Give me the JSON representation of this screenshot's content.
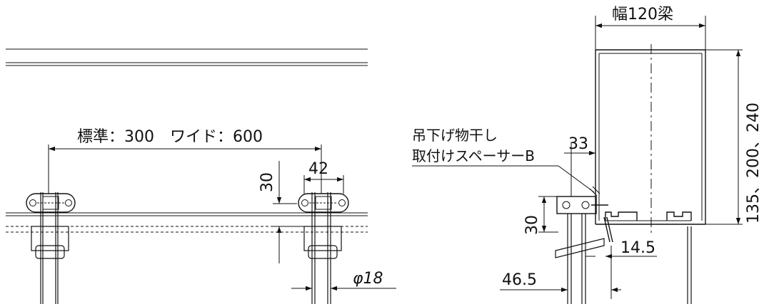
{
  "labels": {
    "pitch": "標準：300　ワイド：600",
    "w42": "42",
    "h30_left": "30",
    "phi18": "φ18",
    "beam_width": "幅120梁",
    "beam_height": "135、200、240",
    "spacer_line1": "吊下げ物干し",
    "spacer_line2": "取付けスペーサーB",
    "d33": "33",
    "h30_right": "30",
    "d14_5": "14.5",
    "d46_5": "46.5"
  }
}
